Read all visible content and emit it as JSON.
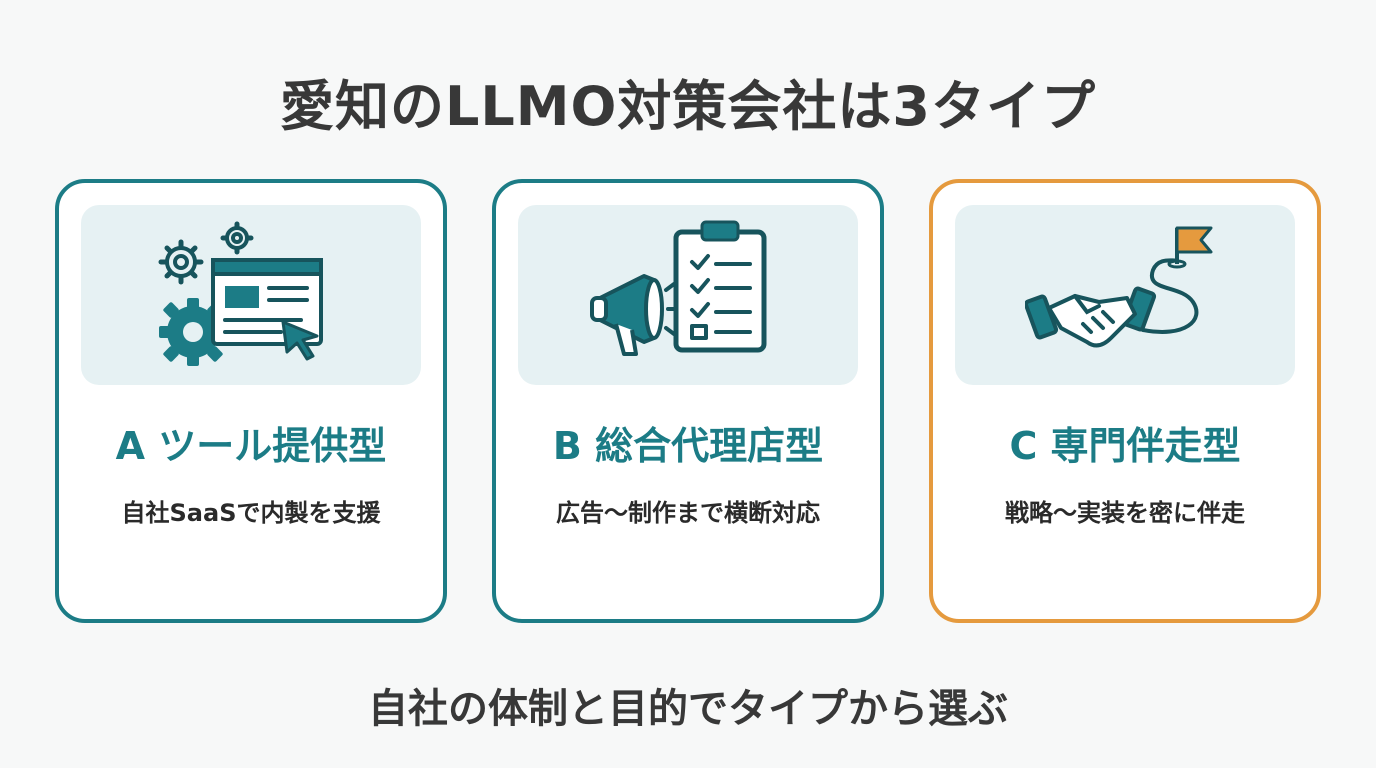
{
  "title": "愛知のLLMO対策会社は3タイプ",
  "cards": [
    {
      "title": "A ツール提供型",
      "description": "自社SaaSで内製を支援",
      "icon": "tool-gear-window-icon"
    },
    {
      "title": "B 総合代理店型",
      "description": "広告〜制作まで横断対応",
      "icon": "megaphone-clipboard-icon"
    },
    {
      "title": "C 専門伴走型",
      "description": "戦略〜実装を密に伴走",
      "icon": "handshake-flag-icon"
    }
  ],
  "footer": "自社の体制と目的でタイプから選ぶ",
  "colors": {
    "teal": "#1c7c86",
    "dark_teal": "#17545c",
    "orange": "#e59a3e",
    "icon_bg": "#e6f1f3",
    "text": "#383838"
  }
}
